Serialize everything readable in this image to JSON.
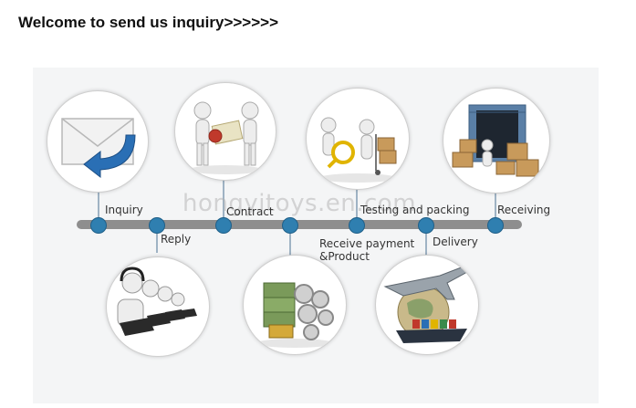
{
  "header": {
    "title": "Welcome to send us inquiry>>>>>>"
  },
  "watermark": "hongyitoys.en.com",
  "steps": {
    "inquiry": "Inquiry",
    "reply": "Reply",
    "contract": "Contract",
    "receive_payment_line1": "Receive payment",
    "receive_payment_line2": "&Product",
    "testing": "Testing and packing",
    "delivery": "Delivery",
    "receiving": "Receiving"
  },
  "colors": {
    "dot": "#2f7fb0",
    "timeline": "#8e8e8e",
    "envelope_arrow": "#2a6fb5"
  },
  "icons": {
    "inquiry": "envelope-reply-icon",
    "reply": "call-center-icon",
    "contract": "handshake-contract-icon",
    "payment": "money-gears-icon",
    "testing": "magnifier-packing-icon",
    "delivery": "airplane-globe-ship-icon",
    "receiving": "container-boxes-icon"
  }
}
